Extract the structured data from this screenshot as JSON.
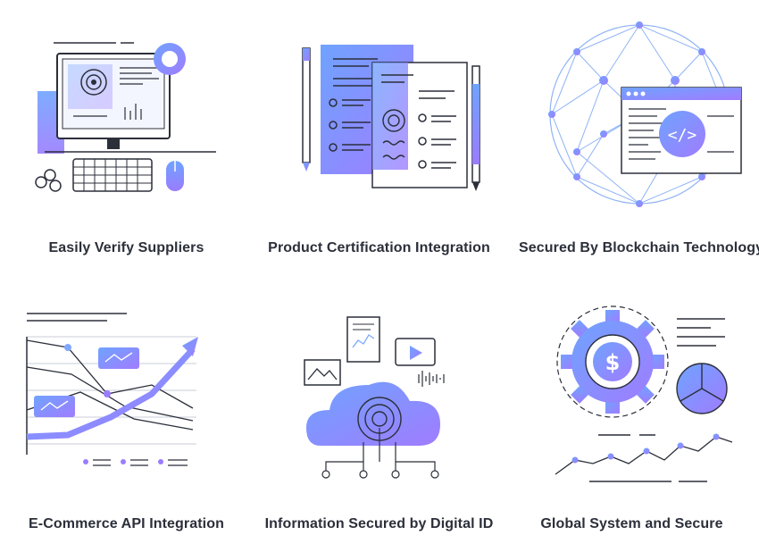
{
  "features": [
    {
      "label": "Easily Verify Suppliers",
      "icon": "computer-verify-icon"
    },
    {
      "label": "Product Certification Integration",
      "icon": "certificate-documents-icon"
    },
    {
      "label": "Secured By Blockchain Technology",
      "icon": "blockchain-globe-icon"
    },
    {
      "label": "E-Commerce API Integration",
      "icon": "growth-chart-icon"
    },
    {
      "label": "Information Secured by Digital ID",
      "icon": "cloud-fingerprint-icon"
    },
    {
      "label": "Global System and Secure",
      "icon": "gear-dollar-icon"
    }
  ],
  "colors": {
    "accent_start": "#6b8cff",
    "accent_end": "#9d7bff",
    "stroke": "#2b2f3a"
  }
}
